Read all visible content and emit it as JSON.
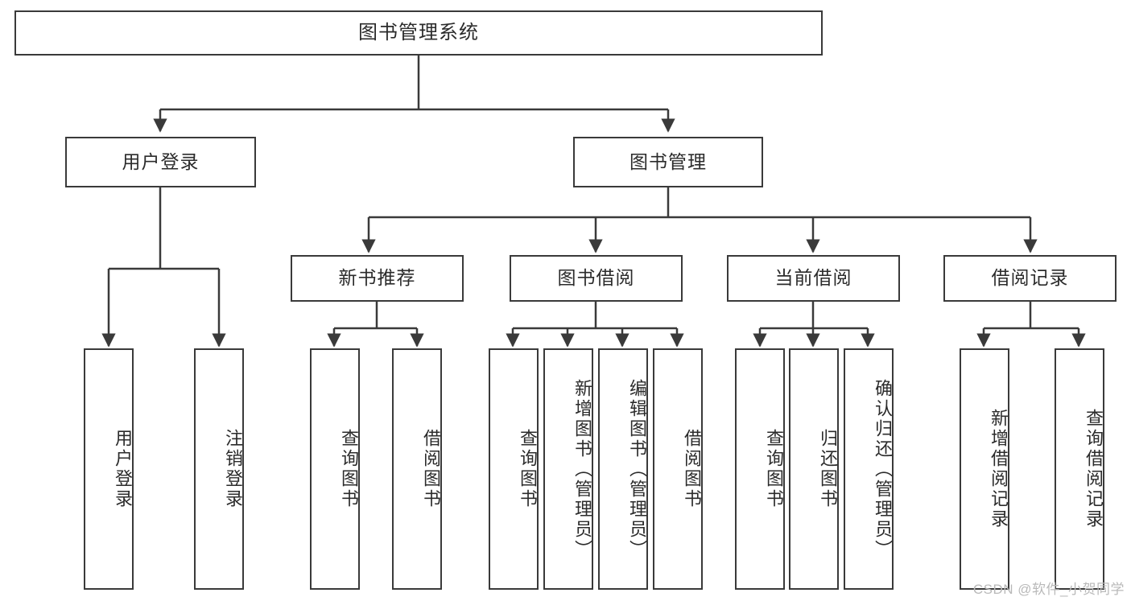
{
  "diagram": {
    "title": "图书管理系统",
    "type": "hierarchy-tree",
    "colors": {
      "background": "#ffffff",
      "stroke": "#3a3a3a",
      "text": "#2b2b2b",
      "watermark": "#b9b9b9"
    },
    "levels": {
      "root": {
        "label": "图书管理系统"
      },
      "level2": [
        {
          "label": "用户登录"
        },
        {
          "label": "图书管理"
        }
      ],
      "level3": [
        {
          "label": "新书推荐"
        },
        {
          "label": "图书借阅"
        },
        {
          "label": "当前借阅"
        },
        {
          "label": "借阅记录"
        }
      ],
      "leaves": {
        "user_login": [
          {
            "label": "用户登录"
          },
          {
            "label": "注销登录"
          }
        ],
        "new_book_recommend": [
          {
            "label": "查询图书"
          },
          {
            "label": "借阅图书"
          }
        ],
        "book_borrow": [
          {
            "label": "查询图书"
          },
          {
            "label": "新增图书（管理员）"
          },
          {
            "label": "编辑图书（管理员）"
          },
          {
            "label": "借阅图书"
          }
        ],
        "current_borrow": [
          {
            "label": "查询图书"
          },
          {
            "label": "归还图书"
          },
          {
            "label": "确认归还（管理员）"
          }
        ],
        "borrow_record": [
          {
            "label": "新增借阅记录"
          },
          {
            "label": "查询借阅记录"
          }
        ]
      }
    }
  },
  "watermark": {
    "text": "CSDN @软件_小贺同学"
  }
}
